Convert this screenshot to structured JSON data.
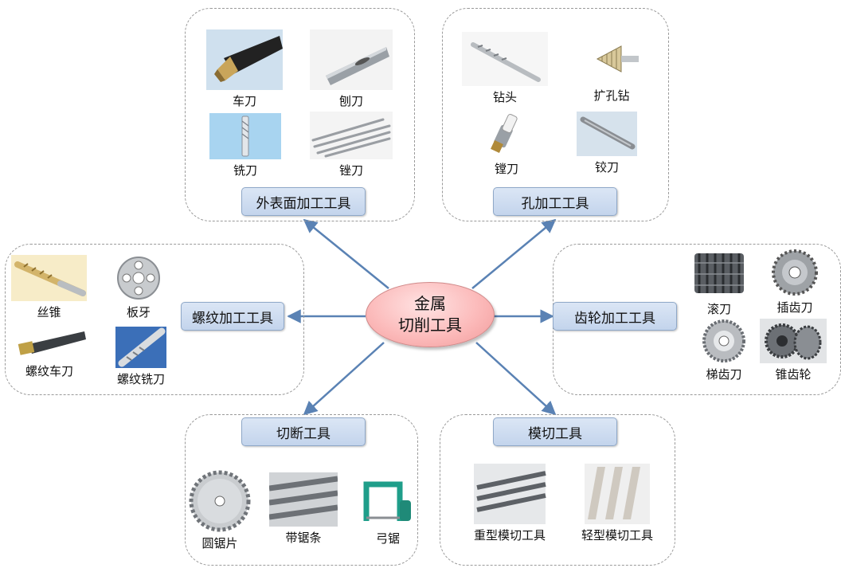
{
  "center": {
    "line1": "金属",
    "line2": "切削工具"
  },
  "categories": {
    "outer_surface": {
      "label": "外表面加工工具",
      "tools": [
        "车刀",
        "刨刀",
        "铣刀",
        "锉刀"
      ]
    },
    "hole": {
      "label": "孔加工工具",
      "tools": [
        "钻头",
        "扩孔钻",
        "镗刀",
        "铰刀"
      ]
    },
    "thread": {
      "label": "螺纹加工工具",
      "tools": [
        "丝锥",
        "板牙",
        "螺纹车刀",
        "螺纹铣刀"
      ]
    },
    "gear": {
      "label": "齿轮加工工具",
      "tools": [
        "滚刀",
        "插齿刀",
        "梯齿刀",
        "锥齿轮"
      ]
    },
    "cutoff": {
      "label": "切断工具",
      "tools": [
        "圆锯片",
        "带锯条",
        "弓锯"
      ]
    },
    "die": {
      "label": "模切工具",
      "tools": [
        "重型模切工具",
        "轻型模切工具"
      ]
    }
  },
  "colors": {
    "arrow": "#5a82b4",
    "center_fill": "#f8b4b4",
    "category_fill": "#c9d9f0"
  }
}
